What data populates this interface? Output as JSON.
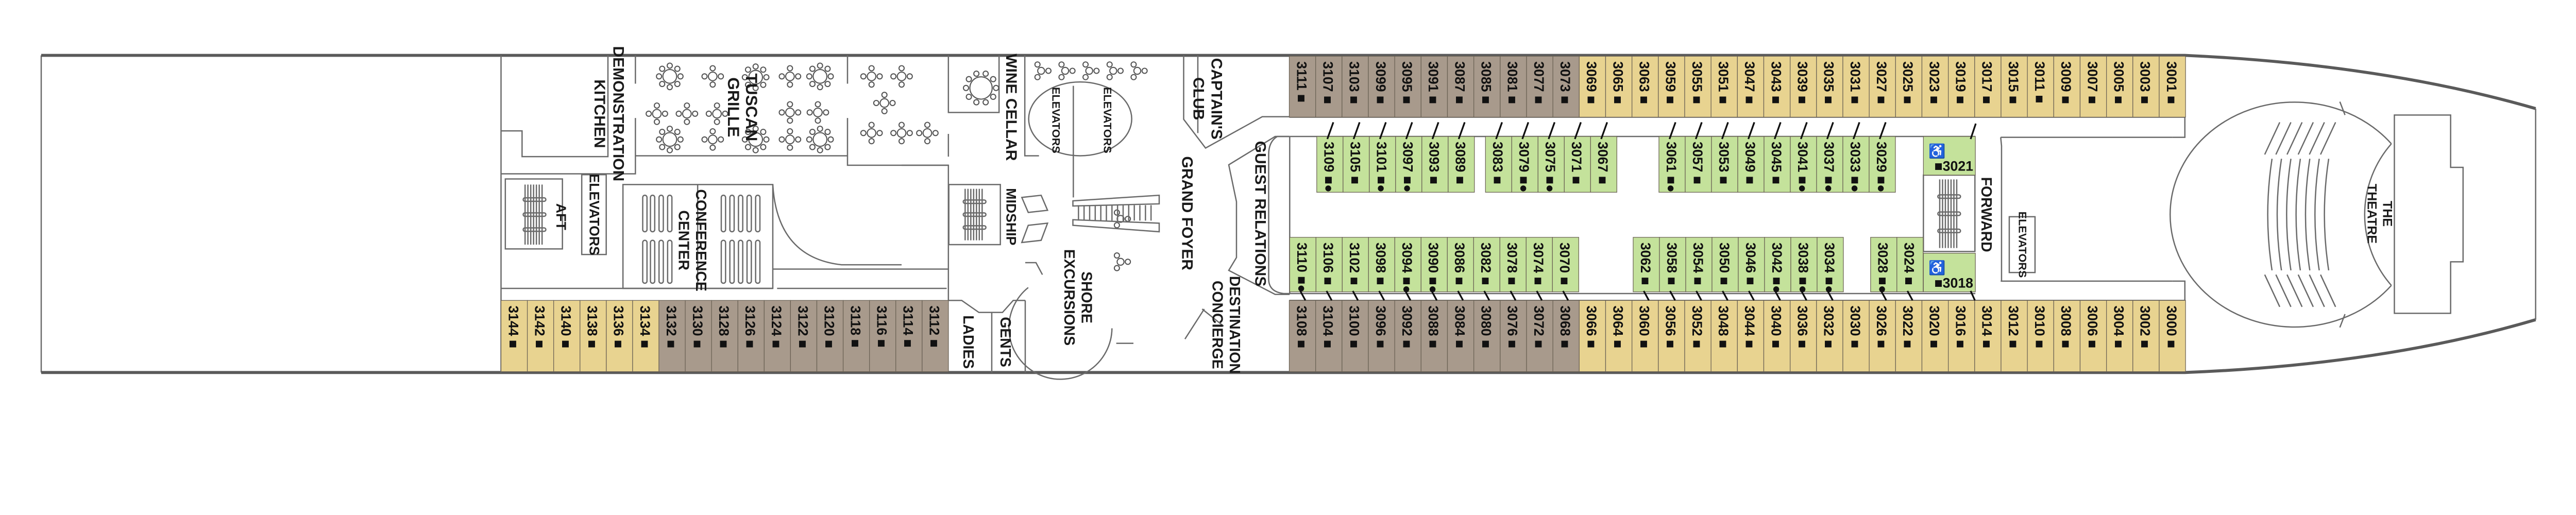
{
  "colors": {
    "standard_dark": "#a89a8c",
    "standard_light": "#e8d390",
    "balcony": "#c4e29b",
    "hull": "#5a5a5a"
  },
  "venues": {
    "demonstration_kitchen": [
      "DEMONSTRATION",
      "KITCHEN"
    ],
    "tuscan_grille": [
      "TUSCAN",
      "GRILLE"
    ],
    "wine_cellar": [
      "WINE CELLAR"
    ],
    "elevators_mid_1": [
      "ELEVATORS"
    ],
    "elevators_mid_2": [
      "ELEVATORS"
    ],
    "captains_club": [
      "CAPTAIN'S",
      "CLUB"
    ],
    "guest_relations": [
      "GUEST RELATIONS"
    ],
    "grand_foyer": [
      "GRAND FOYER"
    ],
    "midship": [
      "MIDSHIP"
    ],
    "shore_excursions": [
      "SHORE",
      "EXCURSIONS"
    ],
    "destination_concierge": [
      "DESTINATION",
      "CONCIERGE"
    ],
    "ladies": [
      "LADIES"
    ],
    "gents": [
      "GENTS"
    ],
    "elevators_aft": [
      "ELEVATORS"
    ],
    "aft": [
      "AFT"
    ],
    "conference_center": [
      "CONFERENCE",
      "CENTER"
    ],
    "forward": [
      "FORWARD"
    ],
    "elevators_forward": [
      "ELEVATORS"
    ],
    "theatre": [
      "THE",
      "THEATRE"
    ]
  },
  "cabins": {
    "top_row": [
      "3111 ■",
      "3107 ■",
      "3103 ■",
      "3099 ■",
      "3095 ■",
      "3091 ■",
      "3087 ■",
      "3085 ■",
      "3081 ■",
      "3077 ■",
      "3073 ■",
      "3069 ■",
      "3065 ■",
      "3063 ■",
      "3059 ■",
      "3055 ■",
      "3051 ■",
      "3047 ■",
      "3043 ■",
      "3039 ■",
      "3035 ■",
      "3031 ■",
      "3027 ■",
      "3025 ■",
      "3023 ■",
      "3019 ■",
      "3017 ■",
      "3015 ■",
      "3011 ■",
      "3009 ■",
      "3007 ■",
      "3005 ■",
      "3003 ■",
      "3001 ■"
    ],
    "bottom_row": [
      "3108 ■",
      "3104 ■",
      "3100 ■",
      "3096 ■",
      "3092 ■",
      "3088 ■",
      "3084 ■",
      "3080 ■",
      "3076 ■",
      "3072 ■",
      "3068 ■",
      "3066 ■",
      "3064 ■",
      "3060 ■",
      "3056 ■",
      "3052 ■",
      "3048 ■",
      "3044 ■",
      "3040 ■",
      "3036 ■",
      "3032 ■",
      "3030 ■",
      "3026 ■",
      "3022 ■",
      "3020 ■",
      "3016 ■",
      "3014 ■",
      "3012 ■",
      "3010 ■",
      "3008 ■",
      "3006 ■",
      "3004 ■",
      "3002 ■",
      "3000 ■"
    ],
    "bottom_aft_row": [
      "3144 ■",
      "3142 ■",
      "3140 ■",
      "3138 ■",
      "3136 ■",
      "3134 ■",
      "3132 ■",
      "3130 ■",
      "3128 ■",
      "3126 ■",
      "3124 ■",
      "3122 ■",
      "3120 ■",
      "3118 ■",
      "3116 ■",
      "3114 ■",
      "3112 ■"
    ],
    "inner_upper": [
      [
        "3109 ■●",
        "3105 ■",
        "3101 ■●",
        "3097 ■●",
        "3093 ■",
        "3089 ■"
      ],
      [
        "3083 ■",
        "3079 ■●",
        "3075 ■●",
        "3071 ■",
        "3067 ■"
      ],
      [
        "3061 ■●",
        "3057 ■",
        "3053 ■",
        "3049 ■",
        "3045 ■",
        "3041 ■●",
        "3037 ■●",
        "3033 ■●",
        "3029 ■●"
      ]
    ],
    "inner_lower": [
      [
        "3110 ■●",
        "3106 ■",
        "3102 ■",
        "3098 ■",
        "3094 ■●",
        "3090 ■●",
        "3086 ■",
        "3082 ■",
        "3078 ■",
        "3074 ■",
        "3070 ■"
      ],
      [
        "3062 ■",
        "3058 ■",
        "3054 ■",
        "3050 ■",
        "3046 ■",
        "3042 ■●",
        "3038 ■●",
        "3034 ■●"
      ],
      [
        "3028 ■●",
        "3024 ■"
      ]
    ],
    "accessible": [
      "■3021",
      "■3018"
    ]
  }
}
